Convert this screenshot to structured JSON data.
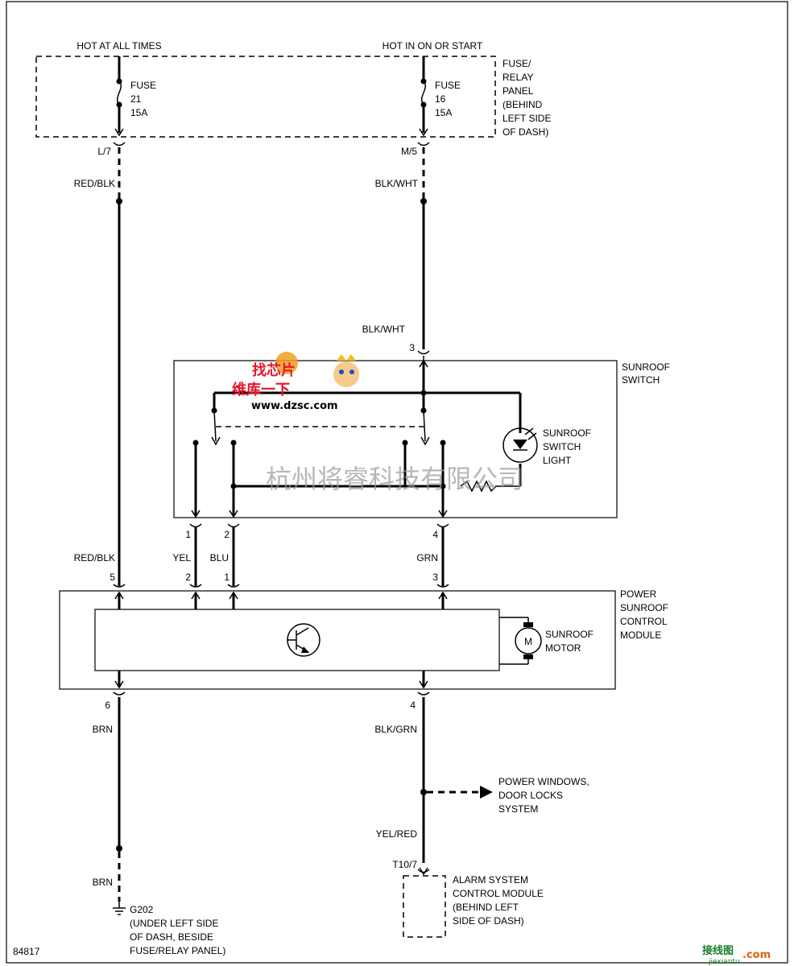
{
  "supply": {
    "hot_at_all_times": "HOT AT ALL TIMES",
    "hot_in_on_or_start": "HOT IN ON OR START"
  },
  "fuse_panel": {
    "label_lines": [
      "FUSE/",
      "RELAY",
      "PANEL",
      "(BEHIND",
      "LEFT SIDE",
      "OF DASH)"
    ],
    "fuse_21": [
      "FUSE",
      "21",
      "15A"
    ],
    "fuse_16": [
      "FUSE",
      "16",
      "15A"
    ],
    "connector_left": "L/7",
    "connector_right": "M/5"
  },
  "wires": {
    "red_blk_top": "RED/BLK",
    "blk_wht_top": "BLK/WHT",
    "blk_wht_switch": "BLK/WHT",
    "yel": "YEL",
    "blu": "BLU",
    "grn": "GRN",
    "red_blk_module": "RED/BLK",
    "brn_top": "BRN",
    "brn_bottom": "BRN",
    "blk_grn": "BLK/GRN",
    "yel_red": "YEL/RED"
  },
  "sunroof_switch": {
    "label_lines": [
      "SUNROOF",
      "SWITCH"
    ],
    "light_label_lines": [
      "SUNROOF",
      "SWITCH",
      "LIGHT"
    ],
    "pin_top": "3",
    "pin_1": "1",
    "pin_2": "2",
    "pin_4": "4"
  },
  "control_module": {
    "label_lines": [
      "POWER",
      "SUNROOF",
      "CONTROL",
      "MODULE"
    ],
    "motor_label_lines": [
      "SUNROOF",
      "MOTOR"
    ],
    "motor_symbol": "M",
    "pin_5": "5",
    "pin_2": "2",
    "pin_1": "1",
    "pin_3": "3",
    "pin_6": "6",
    "pin_4": "4"
  },
  "power_windows": {
    "label_lines": [
      "POWER WINDOWS,",
      "DOOR LOCKS",
      "SYSTEM"
    ]
  },
  "alarm": {
    "connector": "T10/7",
    "label_lines": [
      "ALARM SYSTEM",
      "CONTROL MODULE",
      "(BEHIND LEFT",
      "SIDE OF DASH)"
    ]
  },
  "ground": {
    "label_lines": [
      "G202",
      "(UNDER LEFT SIDE",
      "OF DASH, BESIDE",
      "FUSE/RELAY PANEL)"
    ]
  },
  "figure_number": "84817",
  "watermark": {
    "company": "杭州将睿科技有限公司",
    "logo_line1": "找芯片",
    "logo_line2": "维库一下",
    "logo_url": "www.dzsc.com",
    "corner_logo": "接线图",
    "corner_dot_com": ".com",
    "corner_small": "jiexiantu"
  },
  "colors": {
    "line": "#000000",
    "background": "#ffffff",
    "watermark_gray": "#9a9a9a",
    "logo_red": "#e8142a",
    "corner_green": "#1a7f2a"
  }
}
